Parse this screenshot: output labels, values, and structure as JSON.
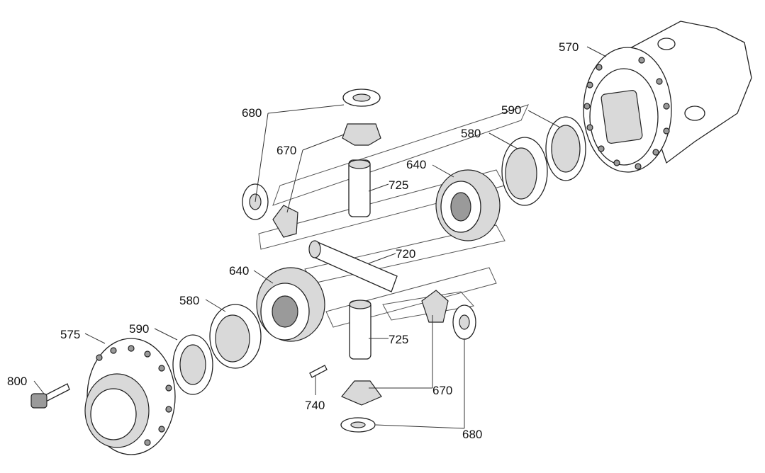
{
  "callouts": [
    {
      "id": "c570",
      "text": "570"
    },
    {
      "id": "c680a",
      "text": "680"
    },
    {
      "id": "c590a",
      "text": "590"
    },
    {
      "id": "c670a",
      "text": "670"
    },
    {
      "id": "c580a",
      "text": "580"
    },
    {
      "id": "c640a",
      "text": "640"
    },
    {
      "id": "c725a",
      "text": "725"
    },
    {
      "id": "c720",
      "text": "720"
    },
    {
      "id": "c640b",
      "text": "640"
    },
    {
      "id": "c580b",
      "text": "580"
    },
    {
      "id": "c590b",
      "text": "590"
    },
    {
      "id": "c575",
      "text": "575"
    },
    {
      "id": "c725b",
      "text": "725"
    },
    {
      "id": "c800",
      "text": "800"
    },
    {
      "id": "c670b",
      "text": "670"
    },
    {
      "id": "c740",
      "text": "740"
    },
    {
      "id": "c680b",
      "text": "680"
    }
  ]
}
